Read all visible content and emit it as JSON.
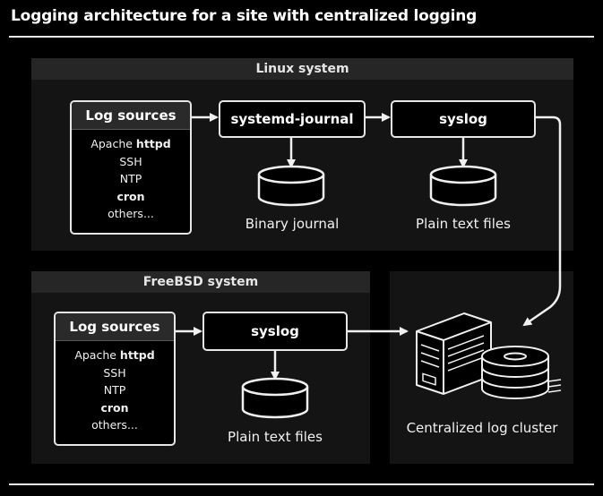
{
  "title": "Logging architecture for a site with centralized logging",
  "linux": {
    "header": "Linux system",
    "sources": {
      "title": "Log sources",
      "items": [
        {
          "name": "Apache ",
          "bold": "httpd"
        },
        {
          "name": "SSH",
          "bold": ""
        },
        {
          "name": "NTP",
          "bold": ""
        },
        {
          "name": "",
          "bold": "cron"
        },
        {
          "name": "others...",
          "bold": ""
        }
      ]
    },
    "journal_process": "systemd-journal",
    "syslog_process": "syslog",
    "journal_store": "Binary journal",
    "syslog_store": "Plain text files"
  },
  "freebsd": {
    "header": "FreeBSD system",
    "sources": {
      "title": "Log sources",
      "items": [
        {
          "name": "Apache ",
          "bold": "httpd"
        },
        {
          "name": "SSH",
          "bold": ""
        },
        {
          "name": "NTP",
          "bold": ""
        },
        {
          "name": "",
          "bold": "cron"
        },
        {
          "name": "others...",
          "bold": ""
        }
      ]
    },
    "syslog_process": "syslog",
    "syslog_store": "Plain text files"
  },
  "cluster": {
    "label": "Centralized log cluster",
    "icon": "server-cluster-icon"
  },
  "colors": {
    "background": "#000000",
    "panel": "#141414",
    "panel_header": "#262626",
    "stroke": "#e6e6e6"
  }
}
